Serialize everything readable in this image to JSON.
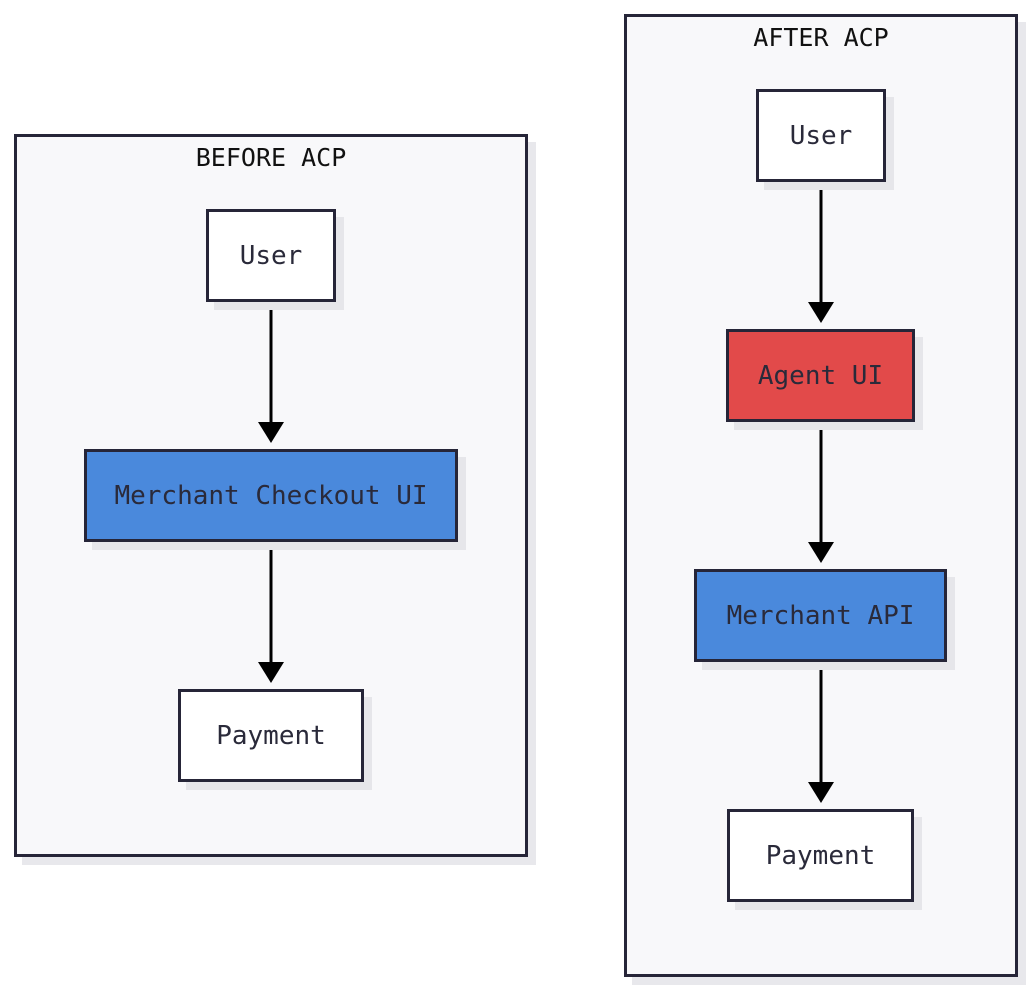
{
  "colors": {
    "background": "#ffffff",
    "cluster_fill": "#f8f8fa",
    "border": "#262538",
    "node_white": "#ffffff",
    "node_blue": "#4a89dc",
    "node_red": "#e24a4a",
    "edge": "#000000"
  },
  "before": {
    "title": "BEFORE ACP",
    "user": "User",
    "checkout": "Merchant Checkout UI",
    "payment": "Payment"
  },
  "after": {
    "title": "AFTER ACP",
    "user": "User",
    "agent": "Agent UI",
    "api": "Merchant API",
    "payment": "Payment"
  },
  "edges": [
    {
      "from": "before.user",
      "to": "before.checkout"
    },
    {
      "from": "before.checkout",
      "to": "before.payment"
    },
    {
      "from": "after.user",
      "to": "after.agent"
    },
    {
      "from": "after.agent",
      "to": "after.api"
    },
    {
      "from": "after.api",
      "to": "after.payment"
    }
  ]
}
